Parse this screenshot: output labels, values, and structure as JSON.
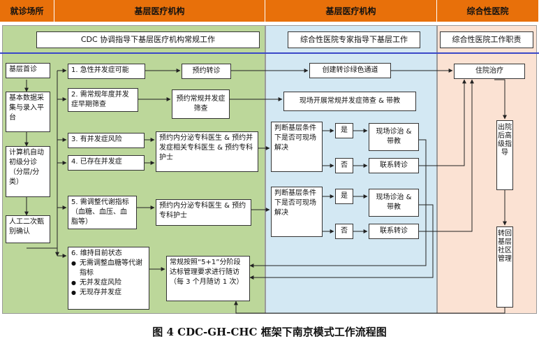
{
  "headers": [
    "就诊场所",
    "基层医疗机构",
    "基层医疗机构",
    "综合性医院"
  ],
  "zone_titles": {
    "left": "CDC 协调指导下基层医疗机构常规工作",
    "mid": "综合性医院专家指导下基层工作",
    "right": "综合性医院工作职责"
  },
  "boxes": {
    "first_visit": "基层首诊",
    "data_platform": "基本数据采集与录入平台",
    "auto_diag": "计算机自动初级分诊（分层/分类）",
    "manual_confirm": "人工二次甄别确认",
    "s1": "1. 急性并发症可能",
    "s2": "2. 需常规年度并发症早期筛查",
    "s3": "3. 有并发症风险",
    "s4": "4. 已存在并发症",
    "s5": "5. 需调整代谢指标（血糖、血压、血脂等）",
    "s6_title": "6. 维持目前状态",
    "s6_items": [
      "无需调整血糖等代谢指标",
      "无并发症风险",
      "无现存并发症"
    ],
    "a1": "预约转诊",
    "a2": "预约常规并发症筛查",
    "a3": "预约内分泌专科医生 & 预约并发症相关专科医生 & 预约专科护士",
    "a5": "预约内分泌专科医生 & 预约专科护士",
    "routine": "常规按照“5+1”分阶段达标管理要求进行随访（每 3 个月随访 1 次）",
    "green_channel": "创建转诊绿色通道",
    "onsite_screen": "现场开展常规并发症筛查 & 带教",
    "judge1": "判断基层条件下是否可现场解决",
    "judge2": "判断基层条件下是否可现场解决",
    "yes": "是",
    "no": "否",
    "onsite_diag": "现场诊治 & 带教",
    "refer": "联系转诊",
    "hospital": "住院治疗",
    "discharge": "出院后高级指导",
    "back_community": "转回基层社区管理"
  },
  "caption": "图 4   CDC-GH-CHC 框架下南京模式工作流程图",
  "colors": {
    "header": "#e8700a",
    "left_zone": "#bcd79a",
    "mid_zone": "#d3e8f3",
    "right_zone": "#fbe2d3",
    "divider": "#3b48c8"
  }
}
